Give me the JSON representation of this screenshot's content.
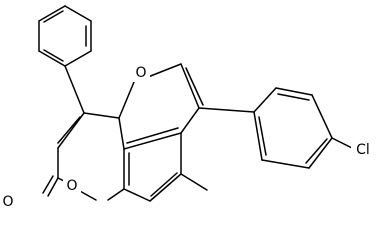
{
  "atoms": {
    "ring_oxygen_furan": "O",
    "ring_oxygen_pyranone": "O",
    "carbonyl_oxygen": "O",
    "chlorine": "Cl"
  },
  "colors": {
    "bond": "#000000",
    "background": "#ffffff"
  }
}
